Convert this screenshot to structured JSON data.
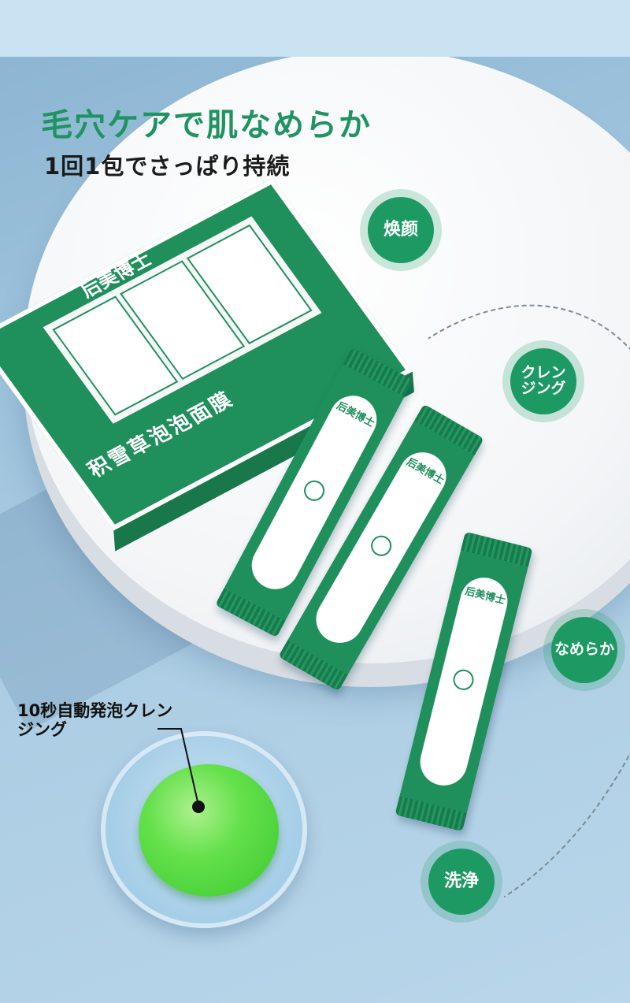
{
  "headline": "毛穴ケアで肌なめらか",
  "subheadline": "1回1包でさっぱり持続",
  "badges": [
    {
      "label": "焕颜"
    },
    {
      "label": "クレン\nジング"
    },
    {
      "label": "なめらか"
    },
    {
      "label": "洗浄"
    }
  ],
  "product": {
    "brand": "后美博士",
    "box_title": "积雪草泡泡面膜",
    "sachet_brand": "后美博士"
  },
  "callout": {
    "text": "10秒自動発泡クレンジング"
  },
  "colors": {
    "brand_green": "#1f8f5c",
    "headline_green": "#1f9460",
    "gel_green": "#63e04a"
  }
}
